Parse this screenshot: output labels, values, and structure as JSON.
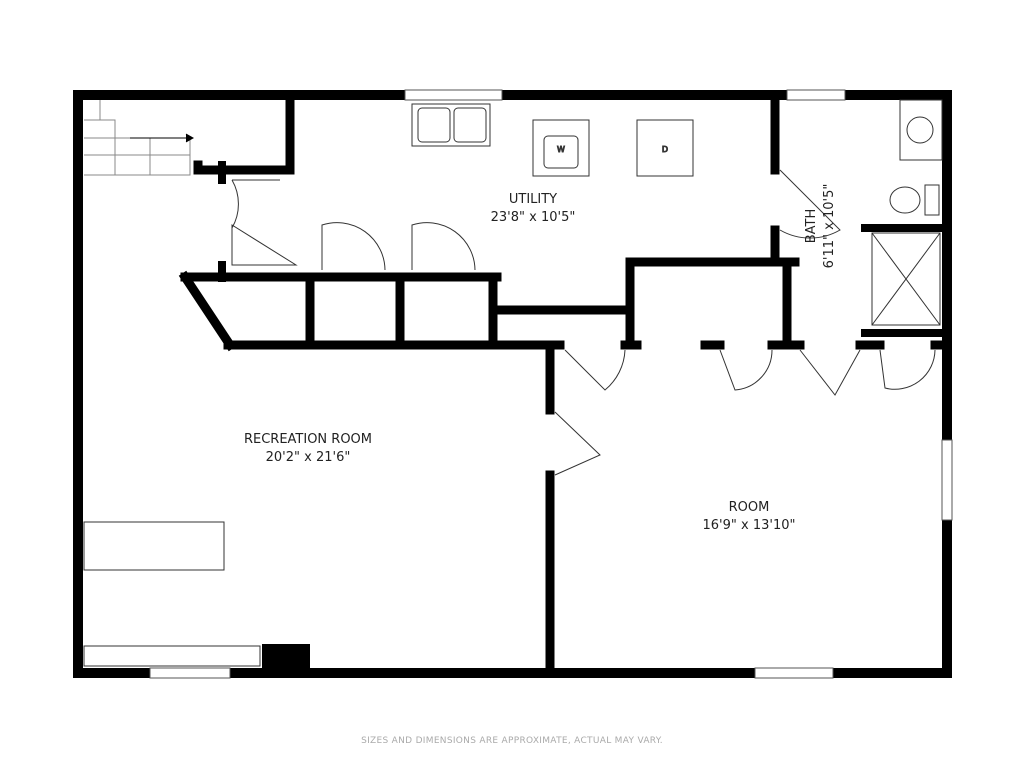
{
  "rooms": {
    "utility": {
      "name": "UTILITY",
      "dims": "23'8\" x 10'5\""
    },
    "bath": {
      "name": "BATH",
      "dims": "6'11\" x 10'5\""
    },
    "recreation": {
      "name": "RECREATION ROOM",
      "dims": "20'2\" x 21'6\""
    },
    "room": {
      "name": "ROOM",
      "dims": "16'9\" x 13'10\""
    }
  },
  "appliances": {
    "washer": "W",
    "dryer": "D"
  },
  "footer": {
    "disclaimer": "SIZES AND DIMENSIONS ARE APPROXIMATE, ACTUAL MAY VARY."
  }
}
